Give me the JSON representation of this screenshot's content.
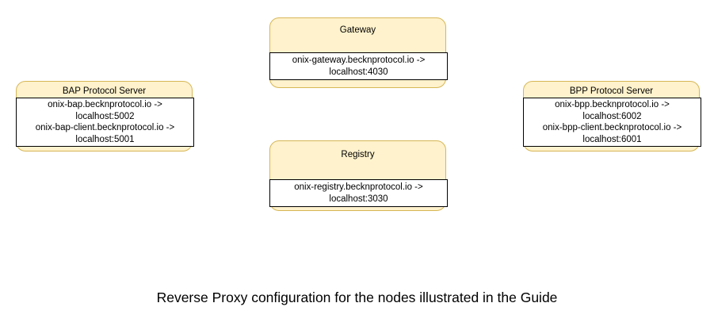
{
  "diagram": {
    "caption": "Reverse Proxy configuration for the nodes illustrated in the Guide",
    "colors": {
      "node_fill": "#fff2cc",
      "node_border": "#d6b656",
      "panel_fill": "#ffffff",
      "panel_border": "#000000",
      "text": "#000000",
      "background": "#ffffff"
    },
    "nodes": [
      {
        "id": "gateway",
        "title": "Gateway",
        "mappings": [
          "onix-gateway.becknprotocol.io ->",
          "localhost:4030"
        ]
      },
      {
        "id": "bap",
        "title": "BAP Protocol Server",
        "mappings": [
          "onix-bap.becknprotocol.io ->",
          "localhost:5002",
          "onix-bap-client.becknprotocol.io ->",
          "localhost:5001"
        ]
      },
      {
        "id": "bpp",
        "title": "BPP Protocol Server",
        "mappings": [
          "onix-bpp.becknprotocol.io ->",
          "localhost:6002",
          "onix-bpp-client.becknprotocol.io ->",
          "localhost:6001"
        ]
      },
      {
        "id": "registry",
        "title": "Registry",
        "mappings": [
          "onix-registry.becknprotocol.io ->",
          "localhost:3030"
        ]
      }
    ]
  }
}
